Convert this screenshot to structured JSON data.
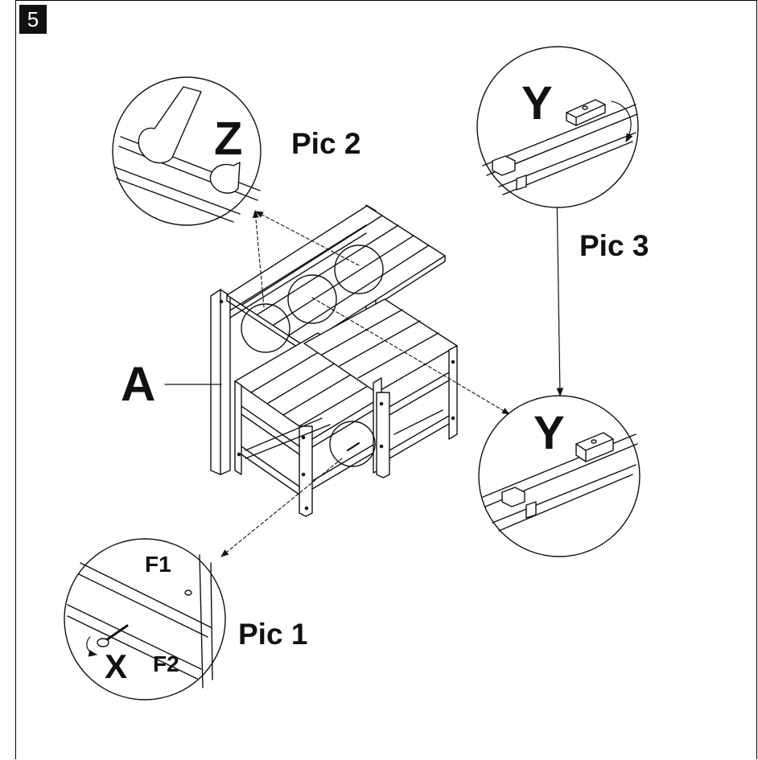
{
  "step_number": "5",
  "labels": {
    "part_a": "A",
    "pic1": "Pic 1",
    "pic2": "Pic 2",
    "pic3": "Pic 3",
    "detail_z": "Z",
    "detail_y_top": "Y",
    "detail_y_bottom": "Y",
    "detail_x": "X",
    "f1": "F1",
    "f2": "F2"
  }
}
